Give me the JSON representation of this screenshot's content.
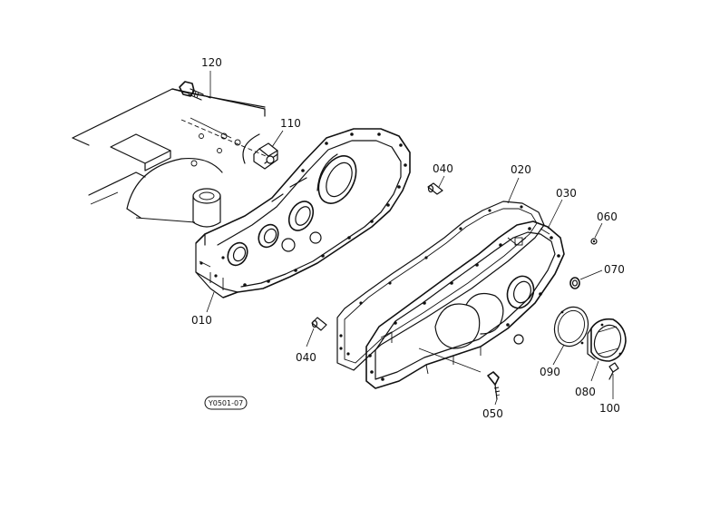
{
  "parts": [
    {
      "id": "010"
    },
    {
      "id": "020"
    },
    {
      "id": "030"
    },
    {
      "id": "040_a",
      "label": "040"
    },
    {
      "id": "040_b",
      "label": "040"
    },
    {
      "id": "050"
    },
    {
      "id": "060"
    },
    {
      "id": "070"
    },
    {
      "id": "080"
    },
    {
      "id": "090"
    },
    {
      "id": "100"
    },
    {
      "id": "110"
    },
    {
      "id": "120"
    }
  ],
  "labels": {
    "p010": "010",
    "p020": "020",
    "p030": "030",
    "p040a": "040",
    "p040b": "040",
    "p050": "050",
    "p060": "060",
    "p070": "070",
    "p080": "080",
    "p090": "090",
    "p100": "100",
    "p110": "110",
    "p120": "120"
  },
  "reference_code": "Y0501-07"
}
